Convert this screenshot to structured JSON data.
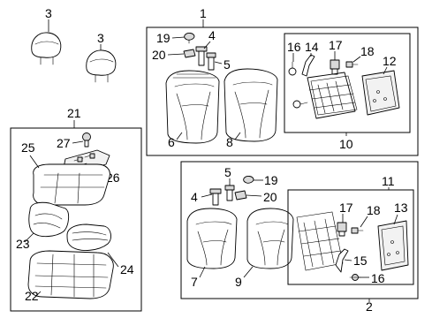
{
  "callouts": {
    "c3a": "3",
    "c3b": "3",
    "c1": "1",
    "c19a": "19",
    "c4a": "4",
    "c20a": "20",
    "c5a": "5",
    "c6": "6",
    "c8": "8",
    "c16a": "16",
    "c14": "14",
    "c17a": "17",
    "c18a": "18",
    "c12": "12",
    "c10": "10",
    "c21": "21",
    "c27": "27",
    "c25": "25",
    "c26": "26",
    "c23": "23",
    "c24": "24",
    "c22": "22",
    "c5b": "5",
    "c19b": "19",
    "c4b": "4",
    "c20b": "20",
    "c7": "7",
    "c9": "9",
    "c2": "2",
    "c11": "11",
    "c17b": "17",
    "c18b": "18",
    "c13": "13",
    "c15": "15",
    "c16b": "16"
  }
}
